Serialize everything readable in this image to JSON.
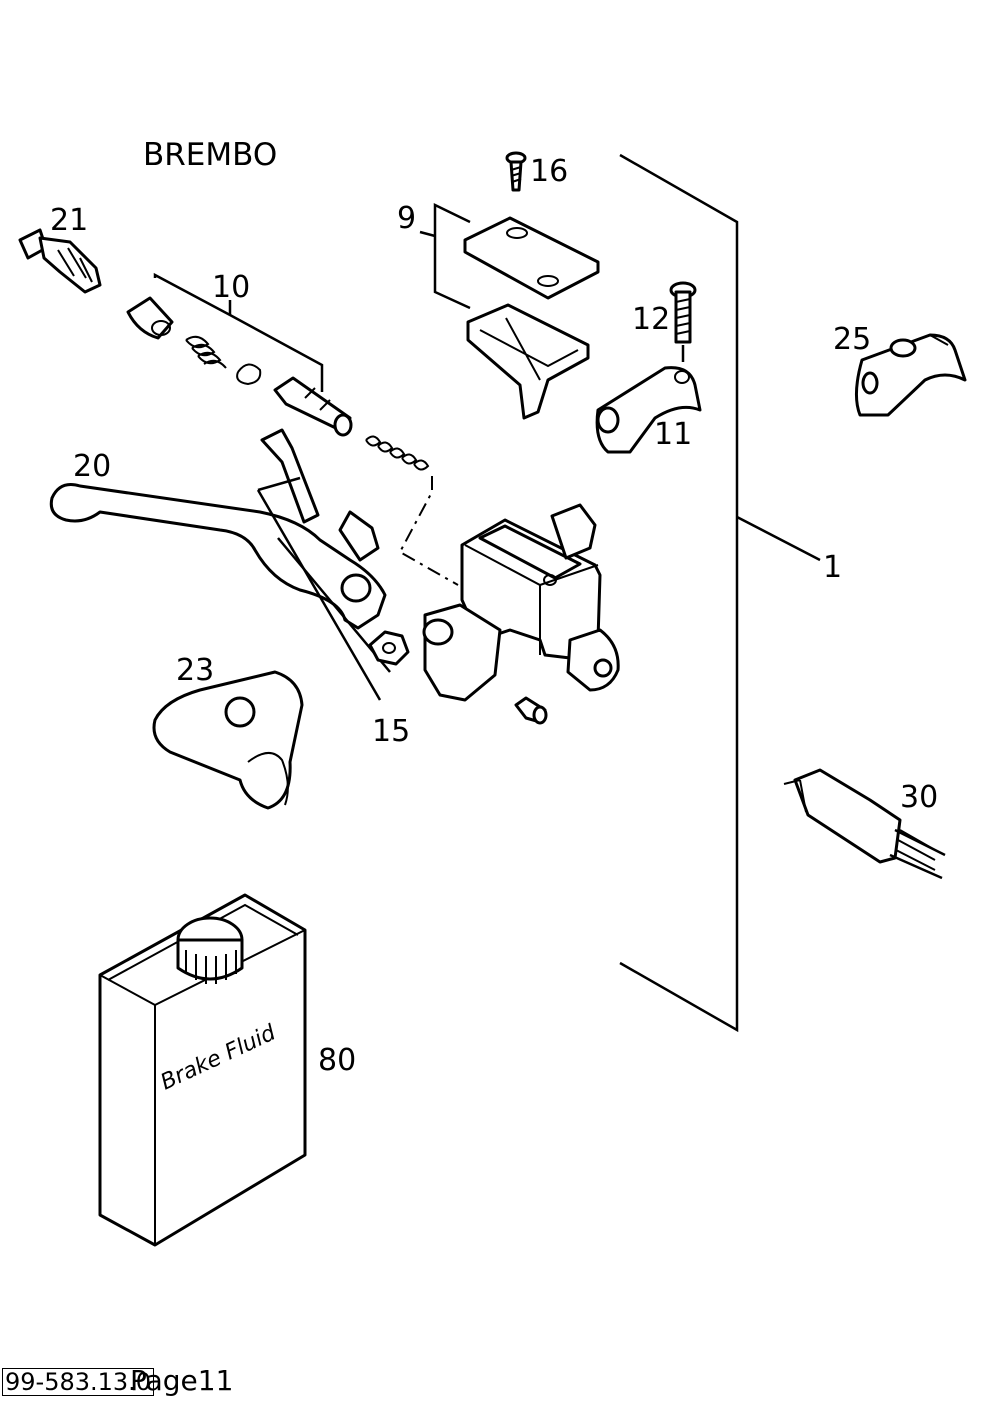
{
  "header": {
    "title": "BREMBO"
  },
  "callouts": [
    {
      "id": "c1",
      "text": "1"
    },
    {
      "id": "c9",
      "text": "9"
    },
    {
      "id": "c10",
      "text": "10"
    },
    {
      "id": "c11",
      "text": "11"
    },
    {
      "id": "c12",
      "text": "12"
    },
    {
      "id": "c15",
      "text": "15"
    },
    {
      "id": "c16",
      "text": "16"
    },
    {
      "id": "c20",
      "text": "20"
    },
    {
      "id": "c21",
      "text": "21"
    },
    {
      "id": "c23",
      "text": "23"
    },
    {
      "id": "c25",
      "text": "25"
    },
    {
      "id": "c30",
      "text": "30"
    },
    {
      "id": "c80",
      "text": "80"
    }
  ],
  "fluid_can": {
    "label": "Brake Fluid"
  },
  "footer": {
    "doc_code": "99-583.13.0",
    "page": "Page11"
  }
}
